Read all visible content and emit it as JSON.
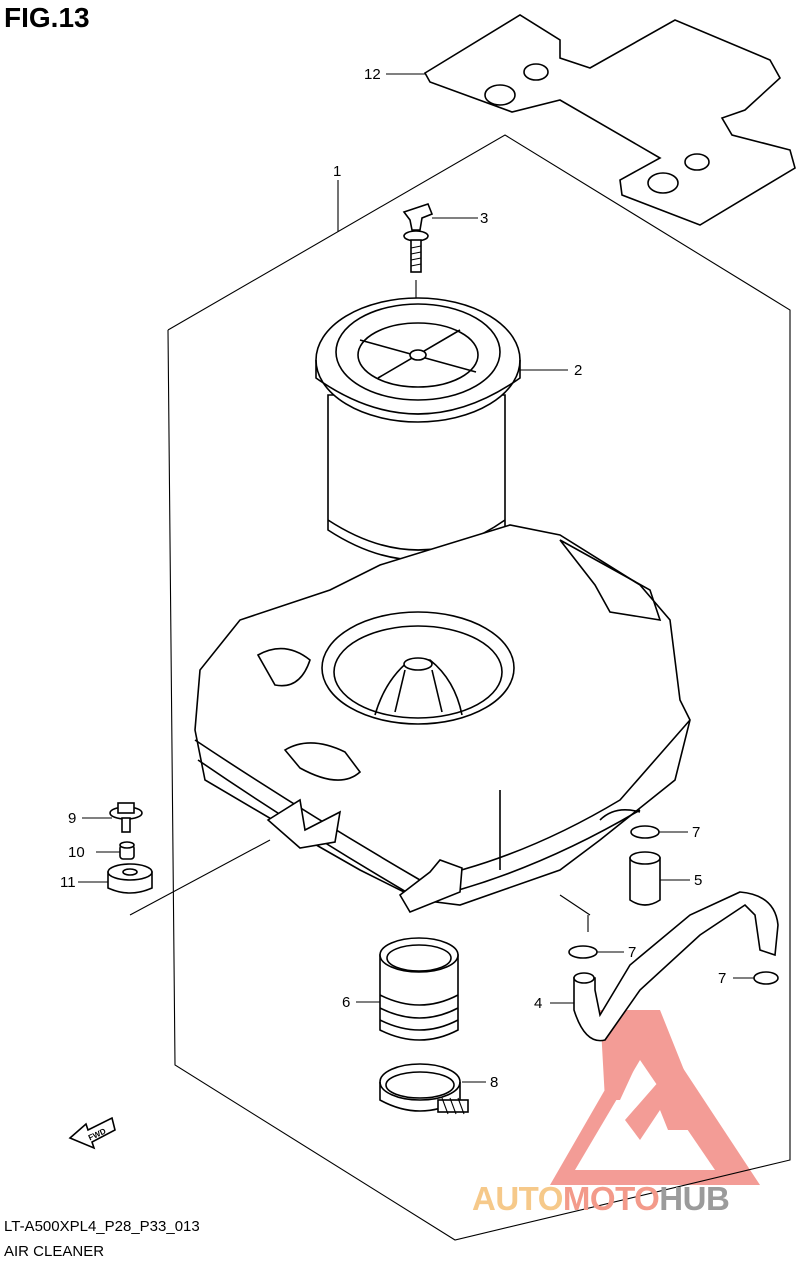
{
  "figure": {
    "title": "FIG.13"
  },
  "callouts": {
    "c1": "1",
    "c2": "2",
    "c3": "3",
    "c4": "4",
    "c5": "5",
    "c6": "6",
    "c7a": "7",
    "c7b": "7",
    "c7c": "7",
    "c8": "8",
    "c9": "9",
    "c10": "10",
    "c11": "11",
    "c12": "12"
  },
  "arrow": {
    "label": "FWD"
  },
  "footer": {
    "code": "LT-A500XPL4_P28_P33_013",
    "name": "AIR CLEANER"
  },
  "watermark": {
    "part1": "AUTO",
    "part2": "MOTO",
    "part3": "HUB",
    "colors": {
      "auto": "#f6c98a",
      "moto": "#f39a8a",
      "hub": "#9b9b9b",
      "logo": "#f28b84"
    }
  }
}
